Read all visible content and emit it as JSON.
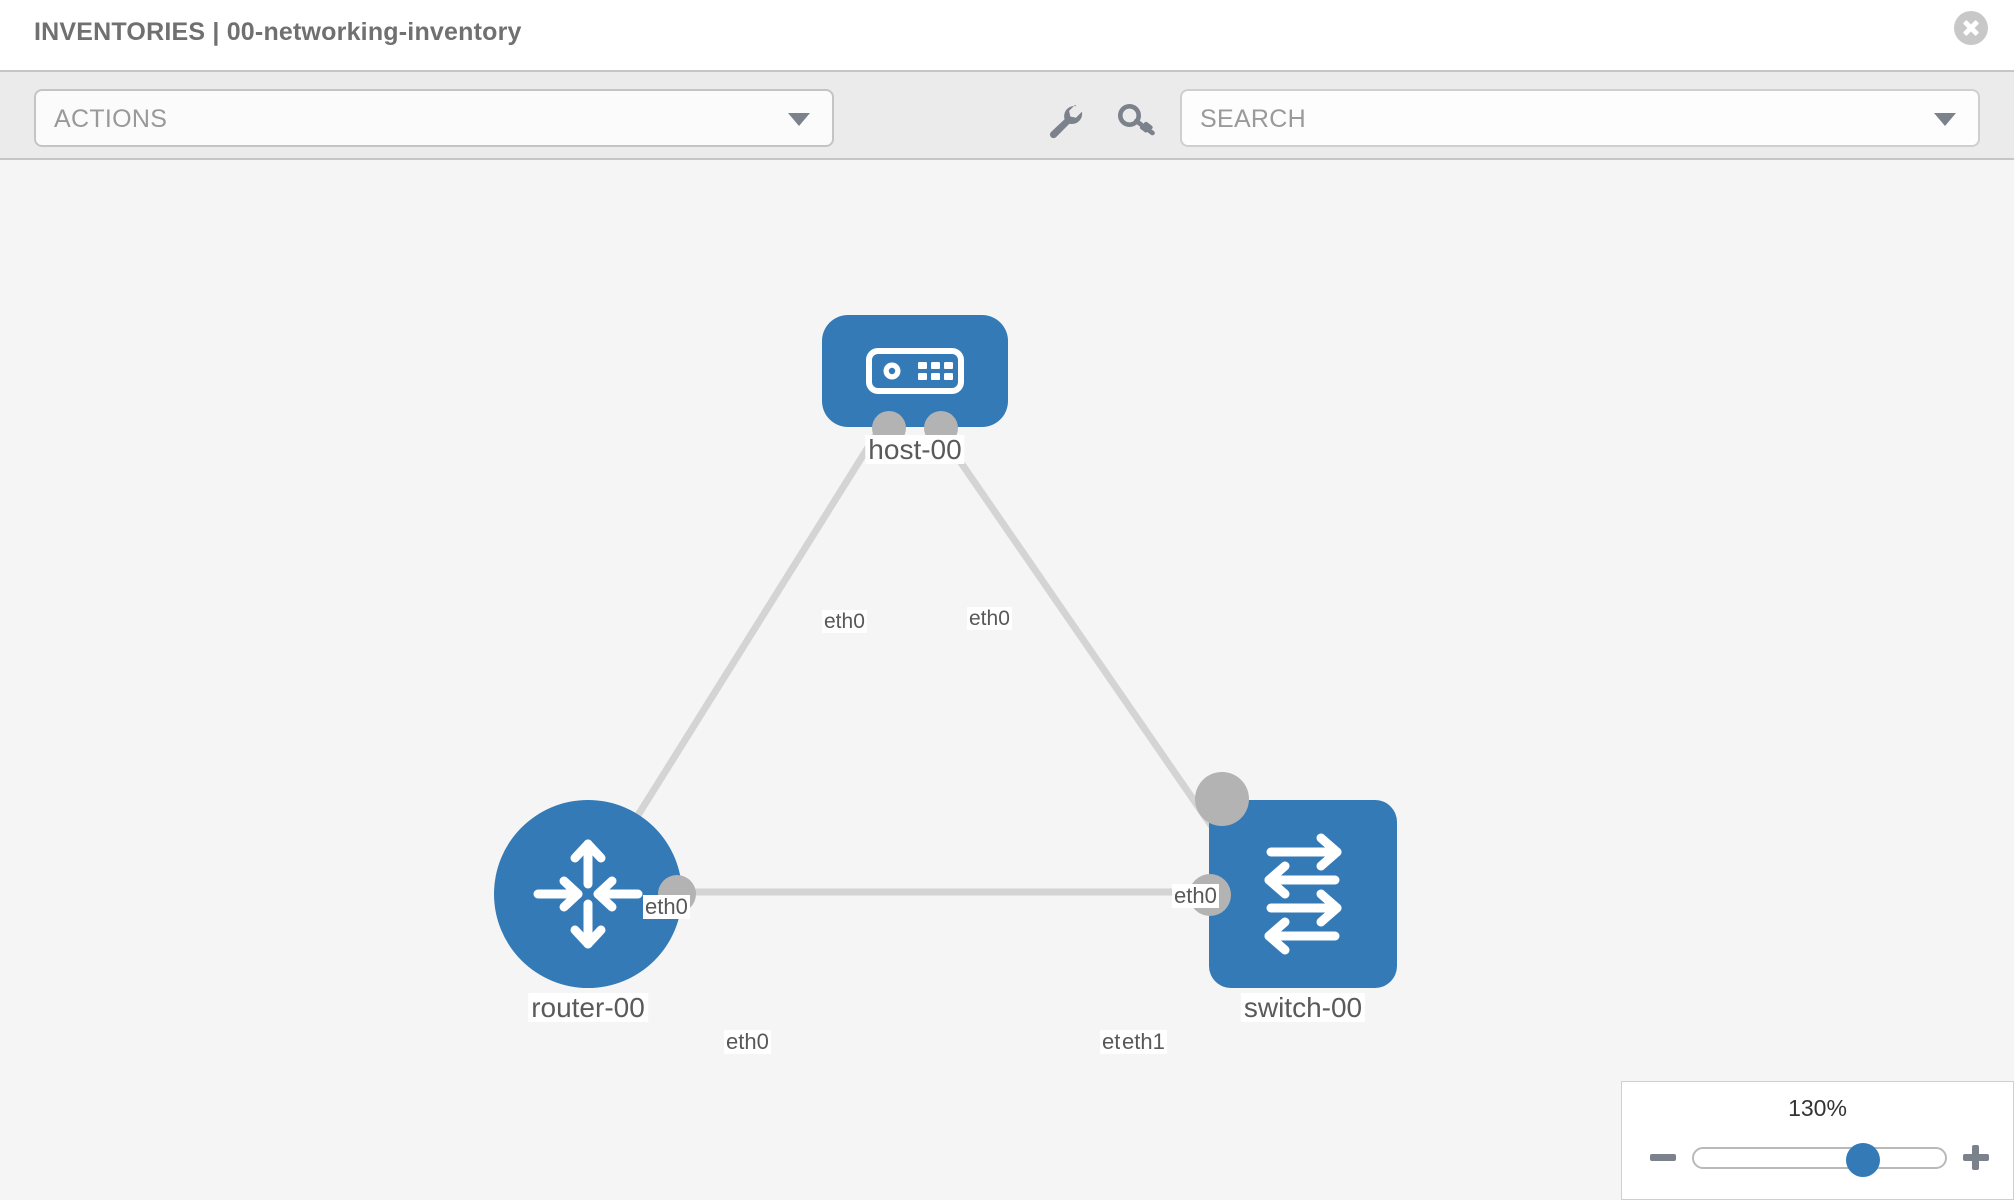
{
  "header": {
    "title": "INVENTORIES | 00-networking-inventory",
    "close_label": "",
    "close_icon": "close-circle-icon"
  },
  "toolbar": {
    "actions_value": "ACTIONS",
    "actions_caret_icon": "chevron-down-icon",
    "wrench_icon": "wrench-icon",
    "key_icon": "key-icon",
    "search_placeholder": "SEARCH",
    "search_value": "SEARCH",
    "search_caret_icon": "chevron-down-icon"
  },
  "topology": {
    "nodes": [
      {
        "id": "host-00",
        "label": "host-00",
        "type": "host",
        "icon": "server-icon",
        "shape": "roundrect",
        "color": "#337ab7"
      },
      {
        "id": "router-00",
        "label": "router-00",
        "type": "router",
        "icon": "router-arrows-icon",
        "shape": "circle",
        "color": "#337ab7"
      },
      {
        "id": "switch-00",
        "label": "switch-00",
        "type": "switch",
        "icon": "switch-arrows-icon",
        "shape": "roundsquare",
        "color": "#337ab7"
      }
    ],
    "edges": [
      {
        "from": "host-00",
        "to": "router-00",
        "from_iface": "eth0",
        "to_iface": "eth0"
      },
      {
        "from": "host-00",
        "to": "switch-00",
        "from_iface": "eth0",
        "to_iface": "eth0"
      },
      {
        "from": "router-00",
        "to": "switch-00",
        "from_iface": "eth0",
        "to_iface": "eth1",
        "to_iface_overlap": "eth"
      }
    ],
    "link_color": "#d4d4d4",
    "port_color": "#b3b3b3",
    "canvas_background": "#f5f5f5"
  },
  "zoom_control": {
    "value_label": "130%",
    "minus_label": "-",
    "plus_label": "+",
    "slider_percent": 130,
    "thumb_color": "#337ab7"
  }
}
